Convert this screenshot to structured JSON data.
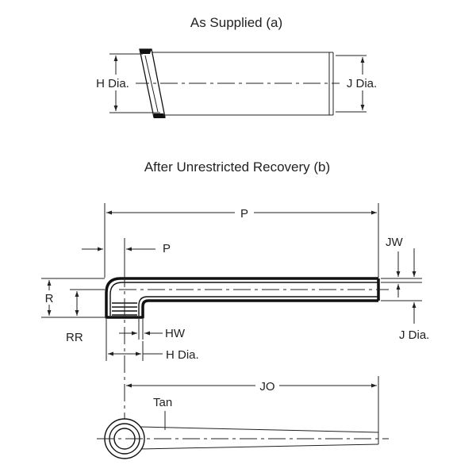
{
  "figure_a": {
    "title": "As Supplied (a)",
    "labels": {
      "h_dia": "H Dia.",
      "j_dia": "J Dia."
    }
  },
  "figure_b": {
    "title": "After Unrestricted Recovery (b)",
    "labels": {
      "p_overall": "P",
      "p_offset": "P",
      "jw": "JW",
      "r": "R",
      "rr": "RR",
      "hw": "HW",
      "h_dia": "H Dia.",
      "j_dia": "J Dia.",
      "jo": "JO",
      "tan": "Tan"
    }
  },
  "colors": {
    "line": "#222222",
    "tube": "#111111",
    "background": "#ffffff"
  }
}
